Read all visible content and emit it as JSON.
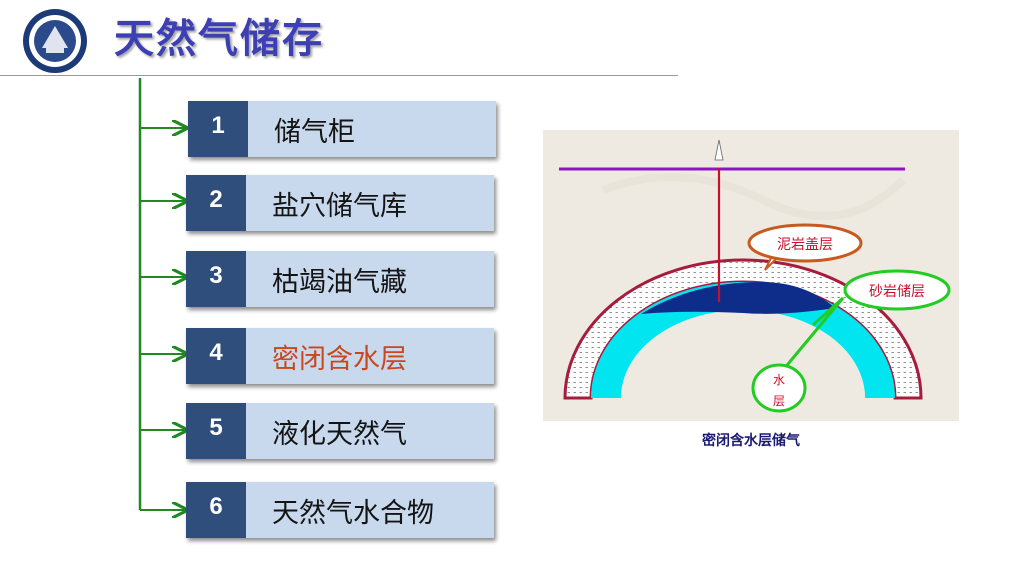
{
  "header": {
    "title": "天然气储存"
  },
  "menu": [
    {
      "num": "1",
      "label": "储气柜"
    },
    {
      "num": "2",
      "label": "盐穴储气库"
    },
    {
      "num": "3",
      "label": "枯竭油气藏"
    },
    {
      "num": "4",
      "label": "密闭含水层",
      "active": true
    },
    {
      "num": "5",
      "label": "液化天然气"
    },
    {
      "num": "6",
      "label": "天然气水合物"
    }
  ],
  "figure": {
    "caption": "密闭含水层储气",
    "callouts": {
      "caprock": "泥岩盖层",
      "reservoir": "砂岩储层",
      "water_line1": "水",
      "water_line2": "层"
    }
  },
  "colors": {
    "title": "#3d3fb5",
    "num_box": "#2f4e7c",
    "label_box": "#c8d9ee",
    "active_label": "#c9471a",
    "connector": "#1f8a1f",
    "gas": "#0e2d8a",
    "water": "#00e5f0",
    "caprock_outline": "#a61c3c",
    "well": "#c8102e",
    "surface": "#8a16c8"
  }
}
